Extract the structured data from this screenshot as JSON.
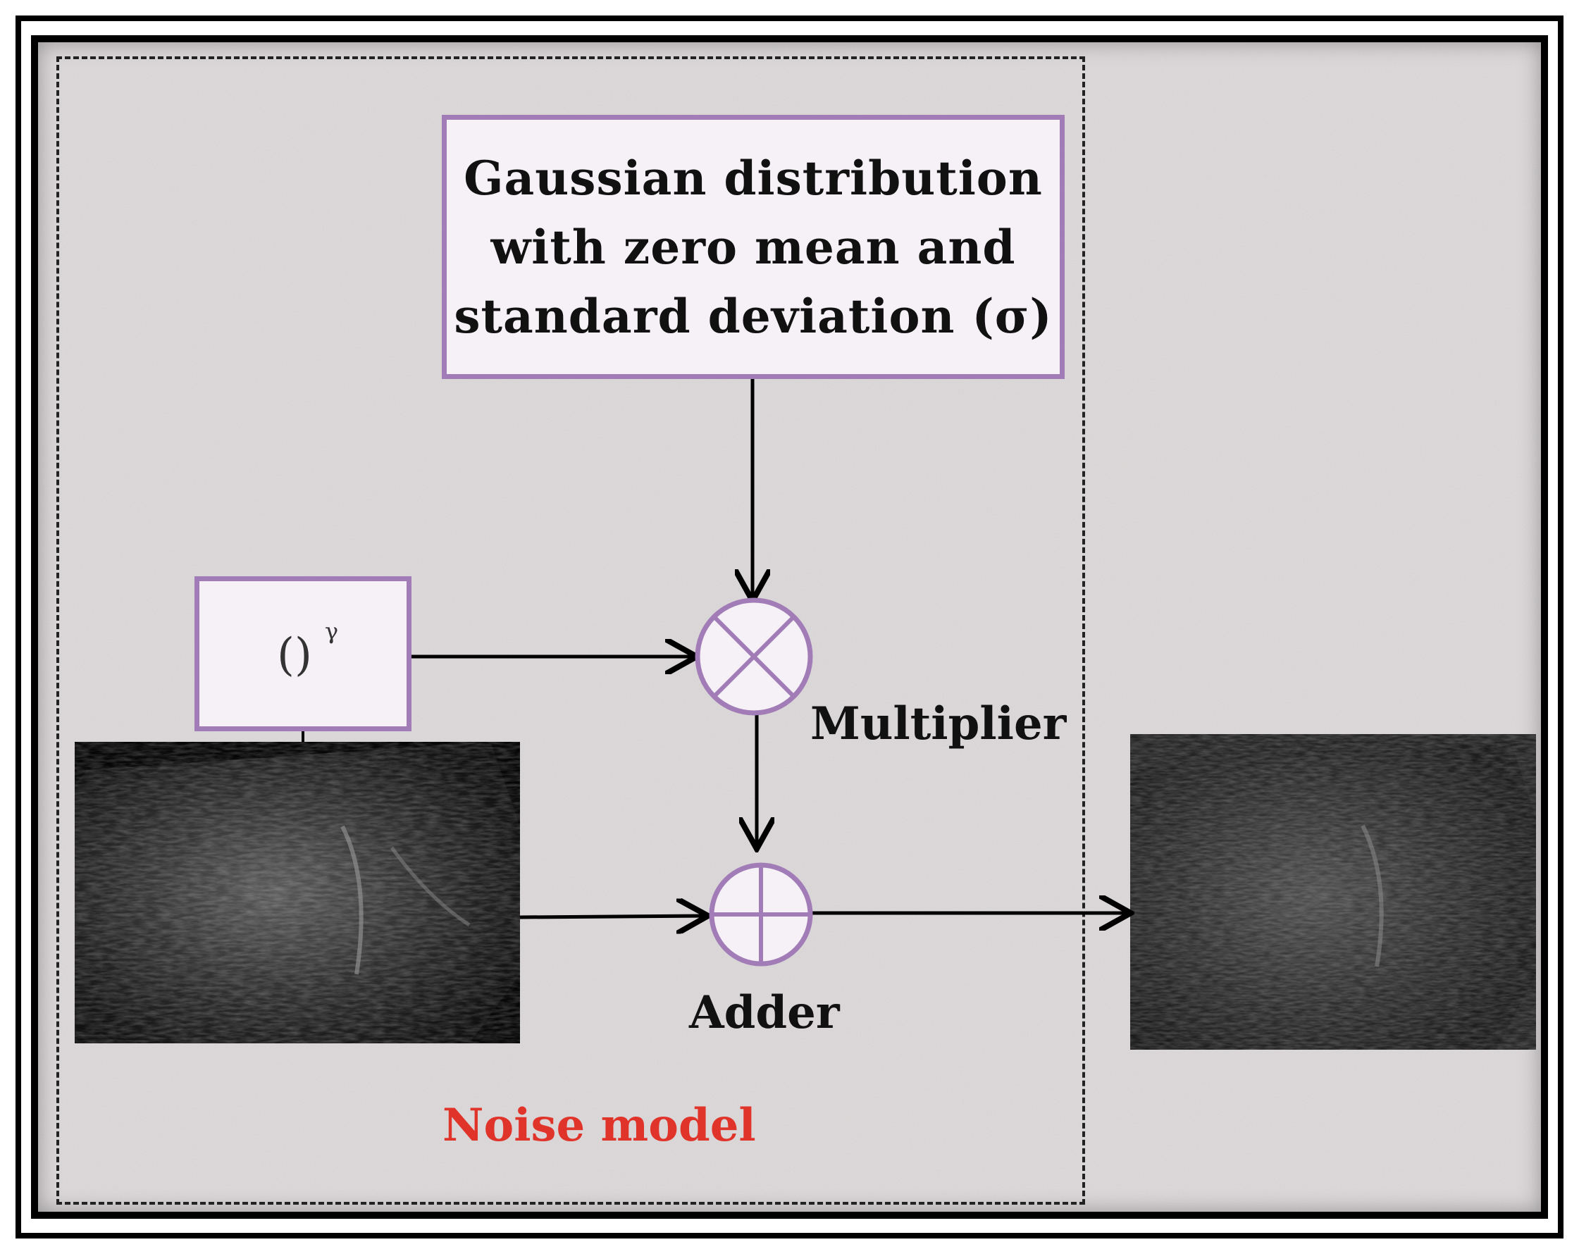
{
  "gaussian_box": {
    "line1": "Gaussian distribution",
    "line2": "with zero mean and",
    "line3": "standard deviation (σ)"
  },
  "gamma_box": {
    "base": "()",
    "exponent": "γ"
  },
  "multiplier_label": "Multiplier",
  "adder_label": "Adder",
  "noise_model_label": "Noise model",
  "colors": {
    "box_border": "#a27cb7",
    "noise_label": "#e0332a",
    "arrow": "#000000",
    "background": "#ddd9da"
  },
  "icons": {
    "multiplier": "circled-times-icon",
    "adder": "circled-plus-icon"
  }
}
